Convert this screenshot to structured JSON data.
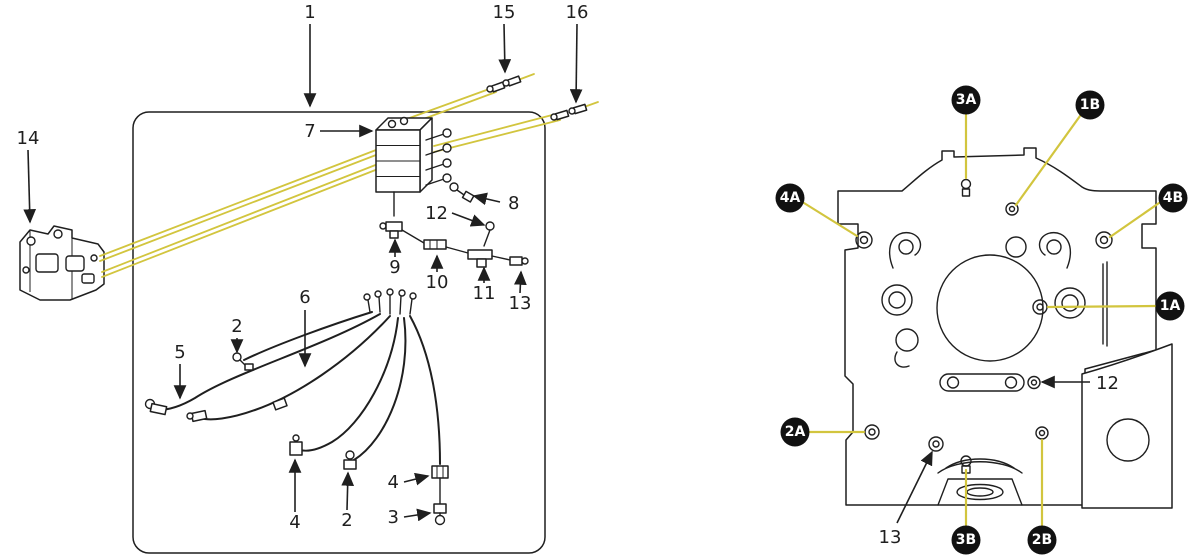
{
  "colors": {
    "ink": "#1f1f1f",
    "accent": "#d2c53e",
    "badgeBg": "#111111",
    "badgeText": "#ffffff",
    "paper": "#ffffff"
  },
  "left": {
    "callouts": [
      {
        "label": "1"
      },
      {
        "label": "15"
      },
      {
        "label": "16"
      },
      {
        "label": "14"
      },
      {
        "label": "7"
      },
      {
        "label": "8"
      },
      {
        "label": "12"
      },
      {
        "label": "9"
      },
      {
        "label": "10"
      },
      {
        "label": "11"
      },
      {
        "label": "13"
      },
      {
        "label": "6"
      },
      {
        "label": "2"
      },
      {
        "label": "5"
      },
      {
        "label": "4"
      },
      {
        "label": "2"
      },
      {
        "label": "4"
      },
      {
        "label": "3"
      }
    ]
  },
  "right": {
    "badges": [
      {
        "label": "3A"
      },
      {
        "label": "1B"
      },
      {
        "label": "4A"
      },
      {
        "label": "4B"
      },
      {
        "label": "1A"
      },
      {
        "label": "2A"
      },
      {
        "label": "3B"
      },
      {
        "label": "2B"
      }
    ],
    "callouts": [
      {
        "label": "12"
      },
      {
        "label": "13"
      }
    ]
  }
}
